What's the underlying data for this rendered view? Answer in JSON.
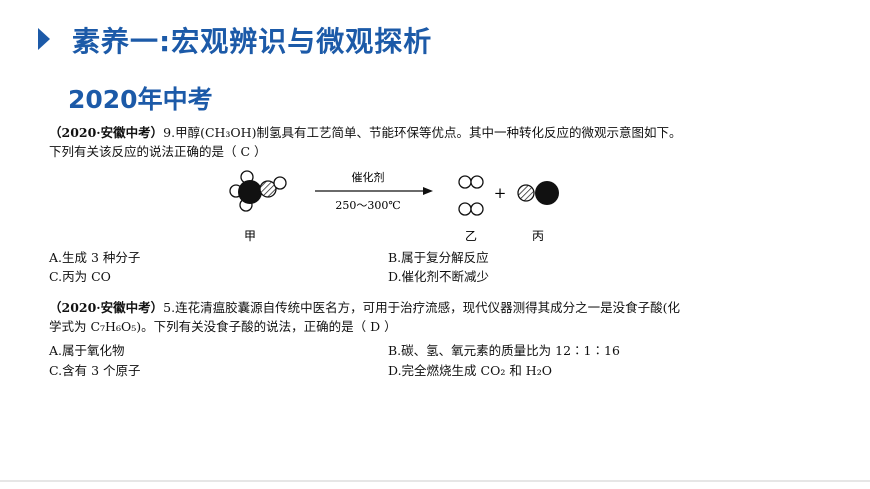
{
  "header": {
    "title": "素养一:宏观辨识与微观探析",
    "subtitle": "2020年中考"
  },
  "q1": {
    "source": "（2020·安徽中考）",
    "line1": "9.甲醇(CH₃OH)制氢具有工艺简单、节能环保等优点。其中一种转化反应的微观示意图如下。",
    "line2": "下列有关该反应的说法正确的是（   C   ）",
    "diagram": {
      "arrow_top": "催化剂",
      "arrow_bottom": "250～300℃",
      "plus": "+",
      "label_a": "甲",
      "label_b": "乙",
      "label_c": "丙"
    },
    "options": {
      "a": "A.生成 3 种分子",
      "b": "B.属于复分解反应",
      "c": "C.丙为 CO",
      "d": "D.催化剂不断减少"
    }
  },
  "q2": {
    "source": "（2020·安徽中考）",
    "line1": "5.连花清瘟胶囊源自传统中医名方，可用于治疗流感，现代仪器测得其成分之一是没食子酸(化",
    "line2": "学式为 C₇H₆O₅)。下列有关没食子酸的说法，正确的是（   D   ）",
    "options": {
      "a": "A.属于氧化物",
      "b": "B.碳、氢、氧元素的质量比为 12∶1∶16",
      "c": "C.含有 3 个原子",
      "d": "D.完全燃烧生成 CO₂ 和 H₂O"
    }
  },
  "colors": {
    "brand": "#1c5aa8",
    "text": "#111111"
  }
}
